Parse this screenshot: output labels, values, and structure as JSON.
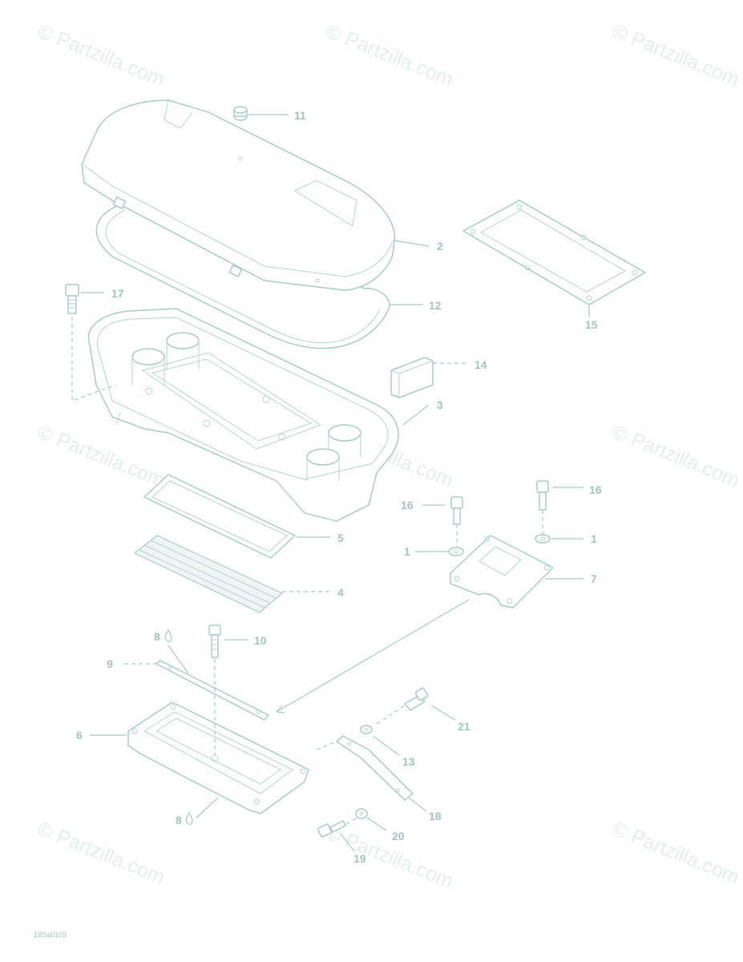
{
  "watermark": "© Partzilla.com",
  "drawing_code": "18Sa0109",
  "callouts": {
    "c1a": "1",
    "c1b": "1",
    "c2": "2",
    "c3": "3",
    "c4": "4",
    "c5": "5",
    "c6": "6",
    "c7": "7",
    "c8a": "8",
    "c8b": "8",
    "c9": "9",
    "c10": "10",
    "c11": "11",
    "c12": "12",
    "c13": "13",
    "c14": "14",
    "c15": "15",
    "c16a": "16",
    "c16b": "16",
    "c17": "17",
    "c18": "18",
    "c19": "19",
    "c20": "20",
    "c21": "21"
  },
  "colors": {
    "line": "#a9cbc6",
    "label": "#a3c3be",
    "watermark": "#e4efed"
  }
}
